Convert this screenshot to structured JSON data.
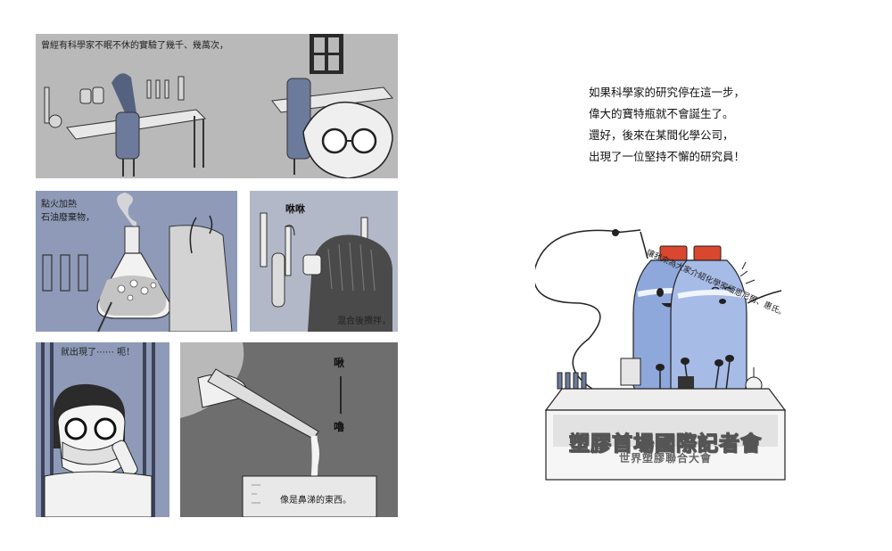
{
  "left_page": {
    "panel1_caption": "曾經有科學家不眠不休的實驗了幾千、幾萬次，",
    "panel2_caption": "點火加熱\n石油廢棄物，",
    "panel3_sfx": "咻咻",
    "panel3_caption": "混合後攪拌，",
    "panel4_caption": "就出現了⋯⋯ 呃！",
    "panel5_sfx_top": "啾",
    "panel5_sfx_bottom": "嚕",
    "panel5_caption": "像是鼻涕的東西。"
  },
  "right_page": {
    "narration": [
      "如果科學家的研究停在這一步，",
      "偉大的寶特瓶就不會誕生了。",
      "還好，後來在某間化學公司，",
      "出現了一位堅持不懈的研究員！"
    ],
    "speech": "讓我來為大家介紹化學家緬恩尼爾、惠氏。",
    "table_title": "塑膠首場國際記者會",
    "table_subtitle": "世界塑膠聯合大會"
  },
  "colors": {
    "panel_gray": "#b9b9b9",
    "panel_blue": "#8e9ab8",
    "dark_gray": "#6e6e6e",
    "bottle_blue": "#8fa8db",
    "cap_red": "#d9472f"
  }
}
